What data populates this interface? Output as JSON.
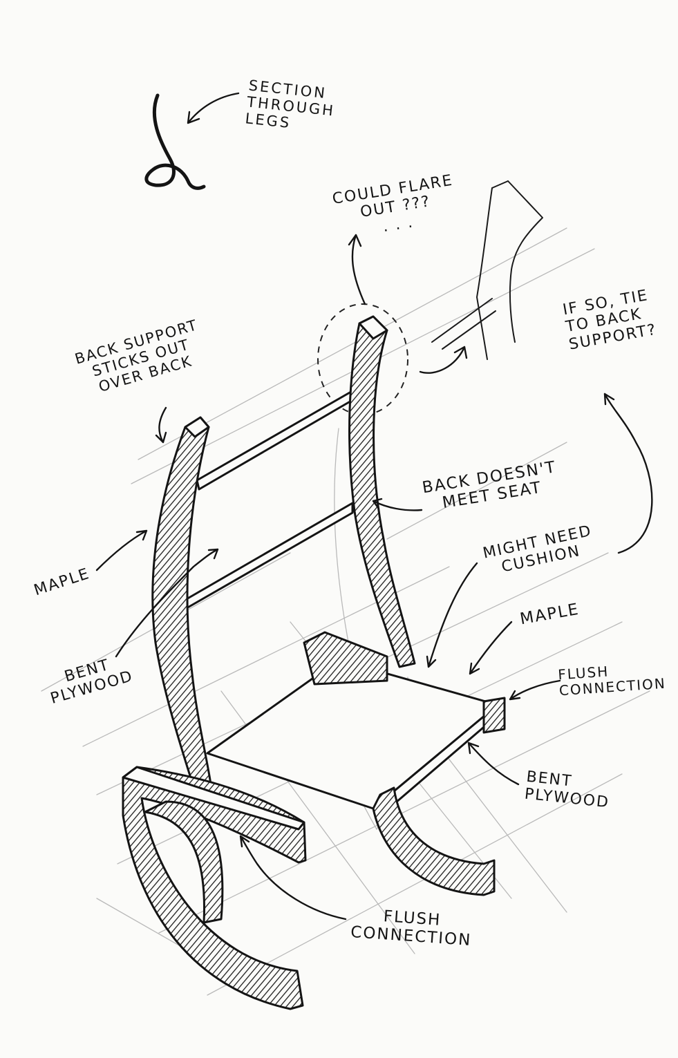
{
  "annotations": {
    "section_legs": "SECTION\nTHROUGH\nLEGS",
    "could_flare": "COULD FLARE\nOUT ???\n. . .",
    "tie_back": "IF SO, TIE\nTO BACK\nSUPPORT?",
    "back_support": "BACK SUPPORT\nSTICKS OUT\nOVER BACK",
    "back_doesnt_meet": "BACK DOESN'T\nMEET SEAT",
    "maple_left": "MAPLE",
    "might_need_cushion": "MIGHT NEED\nCUSHION",
    "maple_right": "MAPLE",
    "bent_plywood_left": "BENT\nPLYWOOD",
    "flush_connection_right": "FLUSH\nCONNECTION",
    "bent_plywood_right": "BENT\nPLYWOOD",
    "flush_connection_bottom": "FLUSH\nCONNECTION"
  }
}
